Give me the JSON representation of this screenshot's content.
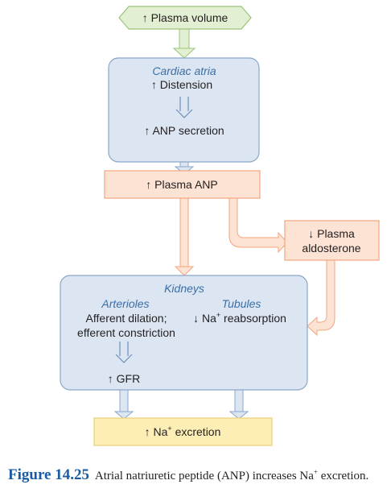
{
  "nodes": {
    "plasma_volume": "↑ Plasma volume",
    "cardiac_atria_title": "Cardiac atria",
    "distension": "↑ Distension",
    "anp_secretion": "↑ ANP secretion",
    "plasma_anp": "↑ Plasma ANP",
    "aldosterone_line1": "↓ Plasma",
    "aldosterone_line2": "aldosterone",
    "kidneys_title": "Kidneys",
    "arterioles_title": "Arterioles",
    "arterioles_line1": "Afferent dilation;",
    "arterioles_line2": "efferent constriction",
    "tubules_title": "Tubules",
    "tubules_prefix": "↓ Na",
    "tubules_sup": "+",
    "tubules_suffix": " reabsorption",
    "gfr": "↑ GFR",
    "excretion_prefix": "↑ Na",
    "excretion_sup": "+",
    "excretion_suffix": " excretion"
  },
  "caption": {
    "figure_number": "Figure 14.25",
    "text_prefix": "Atrial natriuretic peptide (ANP) increases Na",
    "text_sup": "+",
    "text_suffix": " excretion."
  },
  "colors": {
    "green_fill": "#e3efd2",
    "green_stroke": "#9cc47a",
    "blue_fill": "#dce6f2",
    "blue_stroke": "#8aa6c8",
    "orange_fill": "#fde3d3",
    "orange_stroke": "#f4a57e",
    "yellow_fill": "#fdeeb5",
    "yellow_stroke": "#e8cf7a",
    "title_blue": "#3a6ea5",
    "figure_blue": "#1a5aa0"
  }
}
